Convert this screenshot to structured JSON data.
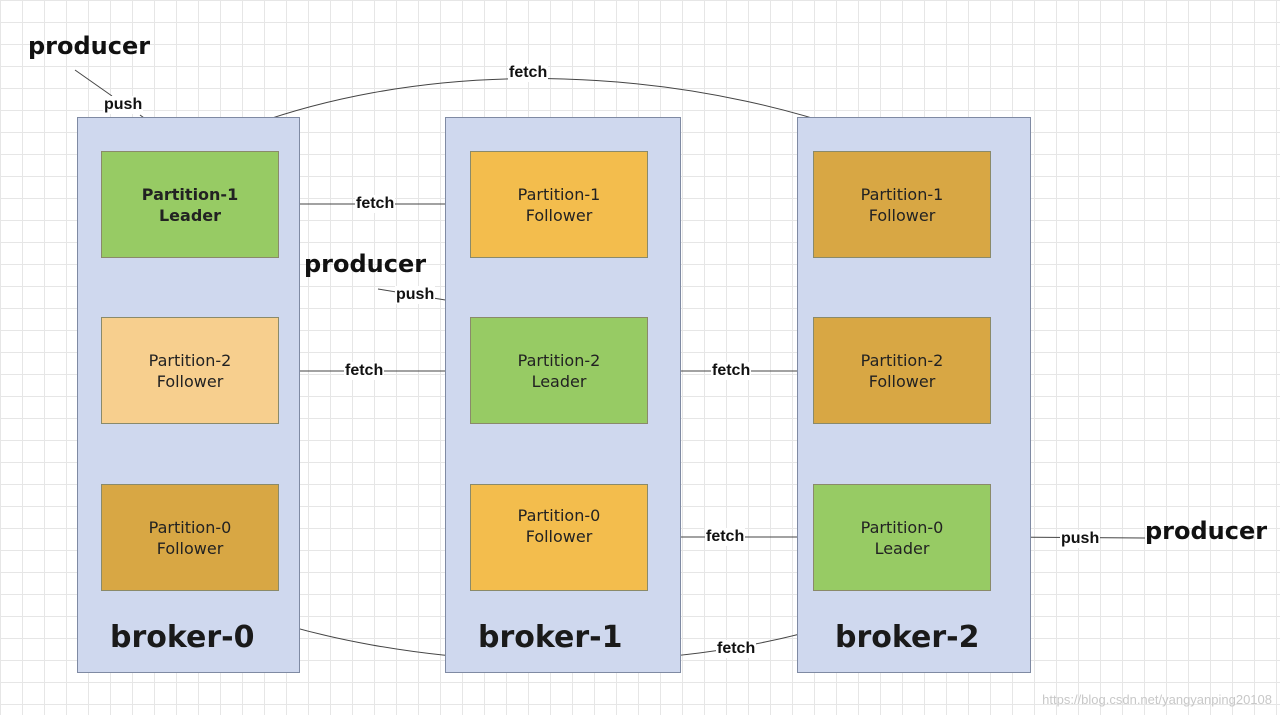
{
  "brokers": [
    {
      "label": "broker-0"
    },
    {
      "label": "broker-1"
    },
    {
      "label": "broker-2"
    }
  ],
  "partitions": [
    {
      "name": "Partition-1",
      "role": "Leader"
    },
    {
      "name": "Partition-2",
      "role": "Follower"
    },
    {
      "name": "Partition-0",
      "role": "Follower"
    },
    {
      "name": "Partition-1",
      "role": "Follower"
    },
    {
      "name": "Partition-2",
      "role": "Leader"
    },
    {
      "name": "Partition-0",
      "role": "Follower"
    },
    {
      "name": "Partition-1",
      "role": "Follower"
    },
    {
      "name": "Partition-2",
      "role": "Follower"
    },
    {
      "name": "Partition-0",
      "role": "Leader"
    }
  ],
  "producers": [
    "producer",
    "producer",
    "producer"
  ],
  "edge_labels": {
    "push": "push",
    "fetch": "fetch"
  },
  "watermark": "https://blog.csdn.net/yangyanping20108"
}
